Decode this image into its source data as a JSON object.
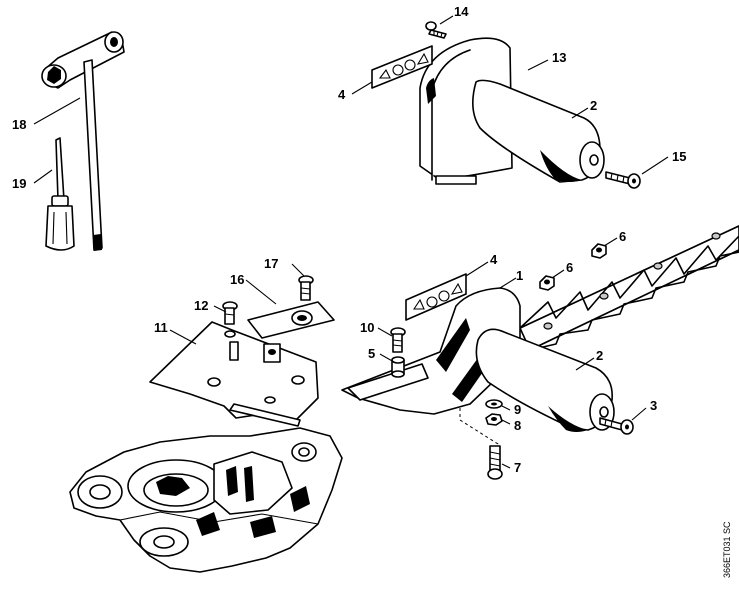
{
  "drawing": {
    "reference_code": "366ET031 SC",
    "callouts": {
      "wrench_18": "18",
      "screwdriver_19": "19",
      "screw_14": "14",
      "label_4_top": "4",
      "guard_13": "13",
      "handle_2_top": "2",
      "screw_15": "15",
      "nut_6_right": "6",
      "nut_6_left": "6",
      "screw_17": "17",
      "plate_16": "16",
      "screw_12": "12",
      "plate_11": "11",
      "label_4_mid": "4",
      "bracket_1": "1",
      "screw_10": "10",
      "sleeve_5": "5",
      "handle_2_bottom": "2",
      "screw_3": "3",
      "washer_9": "9",
      "nut_8": "8",
      "bolt_7": "7"
    }
  }
}
